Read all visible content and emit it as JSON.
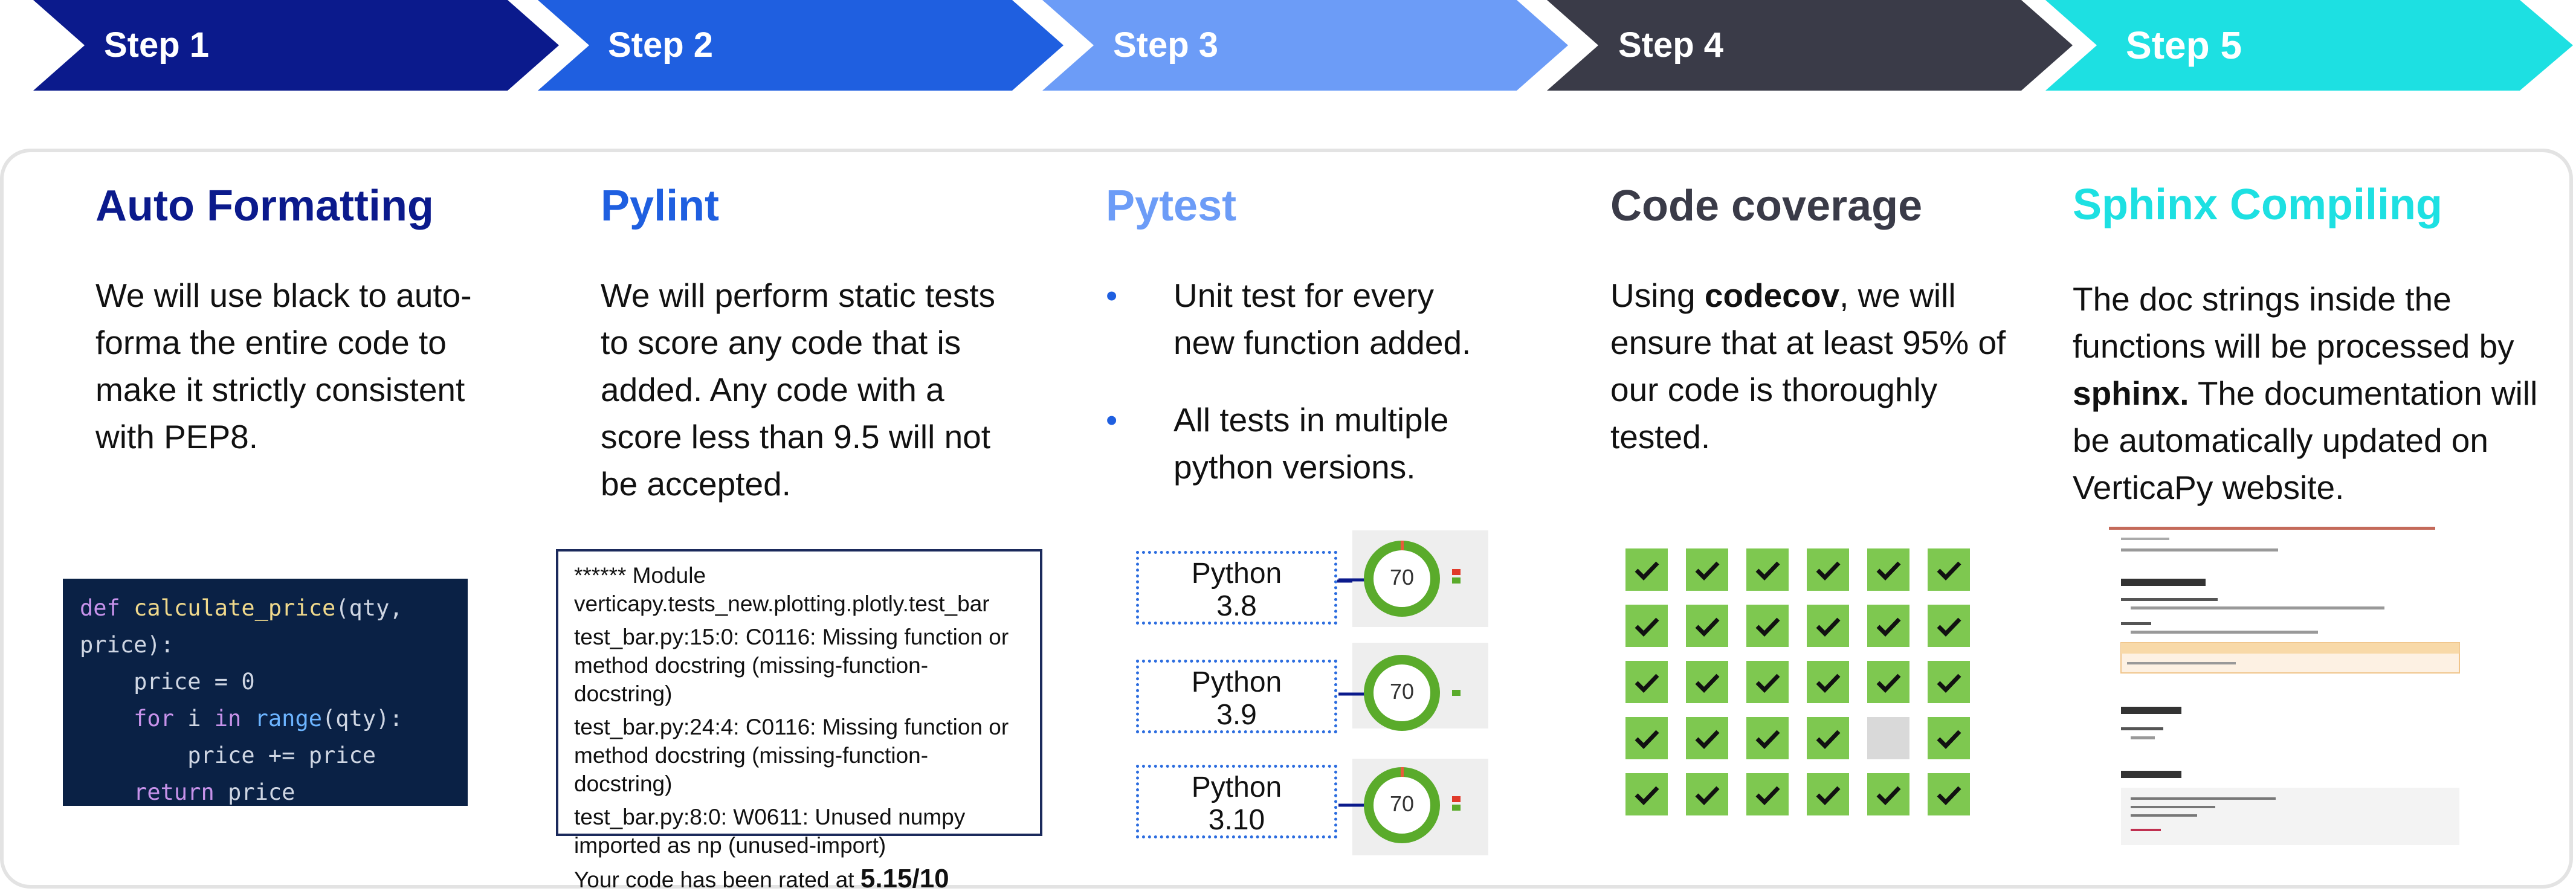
{
  "steps": [
    {
      "label": "Step 1",
      "color": "#0b1a8c"
    },
    {
      "label": "Step 2",
      "color": "#1f5fe0"
    },
    {
      "label": "Step 3",
      "color": "#6c9cf7"
    },
    {
      "label": "Step 4",
      "color": "#3a3b48"
    },
    {
      "label": "Step 5",
      "color": "#1de0e2"
    }
  ],
  "col1": {
    "title": "Auto Formatting",
    "title_color": "#0b1a8c",
    "lines": [
      "We will use black to auto-",
      "forma the entire code to",
      "make it strictly consistent",
      "with PEP8."
    ],
    "code": {
      "l1a": "def",
      "l1b": "calculate_price",
      "l1c": "(qty,",
      "l2": "price):",
      "l3": "price = 0",
      "l4a": "for",
      "l4b": "i",
      "l4c": "in",
      "l4d": "range",
      "l4e": "(qty):",
      "l5": "price += price",
      "l6a": "return",
      "l6b": "price"
    }
  },
  "col2": {
    "title": "Pylint",
    "title_color": "#1f5fe0",
    "lines": [
      "We will perform static tests",
      "to score any code that is",
      "added. Any code with a",
      "score less than 9.5 will not",
      "be accepted."
    ],
    "report": {
      "l1": "****** Module",
      "l2": "verticapy.tests_new.plotting.plotly.test_bar",
      "l3": "test_bar.py:15:0: C0116: Missing function or",
      "l4": "method docstring (missing-function-docstring)",
      "l5": "test_bar.py:24:4: C0116: Missing function or",
      "l6": "method docstring (missing-function-docstring)",
      "l7": "test_bar.py:8:0: W0611: Unused numpy",
      "l8": "imported as np (unused-import)",
      "rated_prefix": "Your code has been rated at",
      "rated_value": "5.15/10"
    }
  },
  "col3": {
    "title": "Pytest",
    "title_color": "#6c9cf7",
    "bullet1": [
      "Unit test for every",
      "new function added."
    ],
    "bullet2": [
      "All tests in multiple",
      "python versions."
    ],
    "bullet_char": "•",
    "pythons": [
      {
        "name": "Python",
        "version": "3.8",
        "score": "70"
      },
      {
        "name": "Python",
        "version": "3.9",
        "score": "70"
      },
      {
        "name": "Python",
        "version": "3.10",
        "score": "70"
      }
    ]
  },
  "col4": {
    "title": "Code coverage",
    "title_color": "#3a3b48",
    "l1_prefix": "Using ",
    "l1_bold": "codecov",
    "l1_suffix": ", we will",
    "lines": [
      "ensure that at least 95% of",
      "our code is thoroughly",
      "tested."
    ],
    "grid_rows": [
      [
        true,
        true,
        true,
        true,
        true,
        true
      ],
      [
        true,
        true,
        true,
        true,
        true,
        true
      ],
      [
        true,
        true,
        true,
        true,
        true,
        true
      ],
      [
        true,
        true,
        true,
        true,
        false,
        true
      ],
      [
        true,
        true,
        true,
        true,
        true,
        true
      ]
    ],
    "check_color": "#7ec850"
  },
  "col5": {
    "title": "Sphinx Compiling",
    "title_color": "#1de0e2",
    "l1": "The doc strings inside the",
    "l2": "functions will be processed by",
    "l3_bold": "sphinx.",
    "l3_rest": " The documentation will",
    "l4": "be automatically updated on",
    "l5": "VerticaPy website."
  }
}
